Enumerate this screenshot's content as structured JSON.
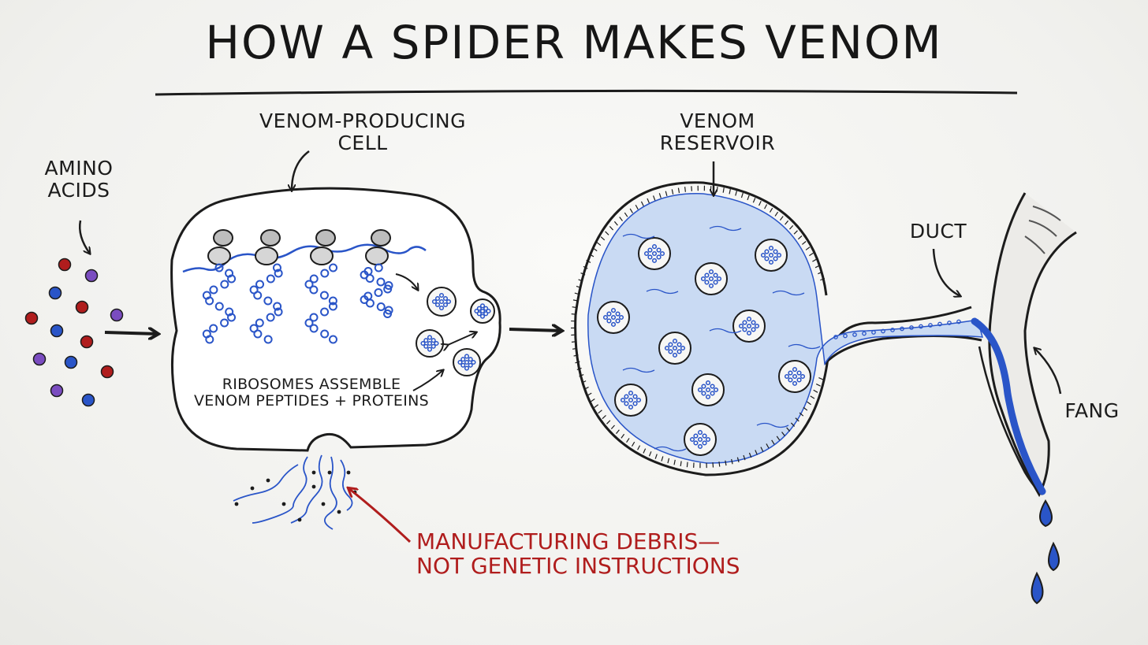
{
  "title": "How a Spider Makes Venom",
  "labels": {
    "amino_acids": [
      "AMINO",
      "ACIDS"
    ],
    "venom_cell": [
      "VENOM-PRODUCING",
      "CELL"
    ],
    "ribosome_text": [
      "RIBOSOMES ASSEMBLE",
      "VENOM PEPTIDES + PROTEINS"
    ],
    "venom_reservoir": [
      "VENOM",
      "RESERVOIR"
    ],
    "duct": "DUCT",
    "fang": "FANG",
    "debris": [
      "MANUFACTURING DEBRIS—",
      "NOT GENETIC INSTRUCTIONS"
    ]
  },
  "colors": {
    "ink": "#1c1c1c",
    "blue": "#2a55c8",
    "light_blue": "#c9daf3",
    "red": "#b01d1d",
    "purple": "#7a4cc0"
  }
}
